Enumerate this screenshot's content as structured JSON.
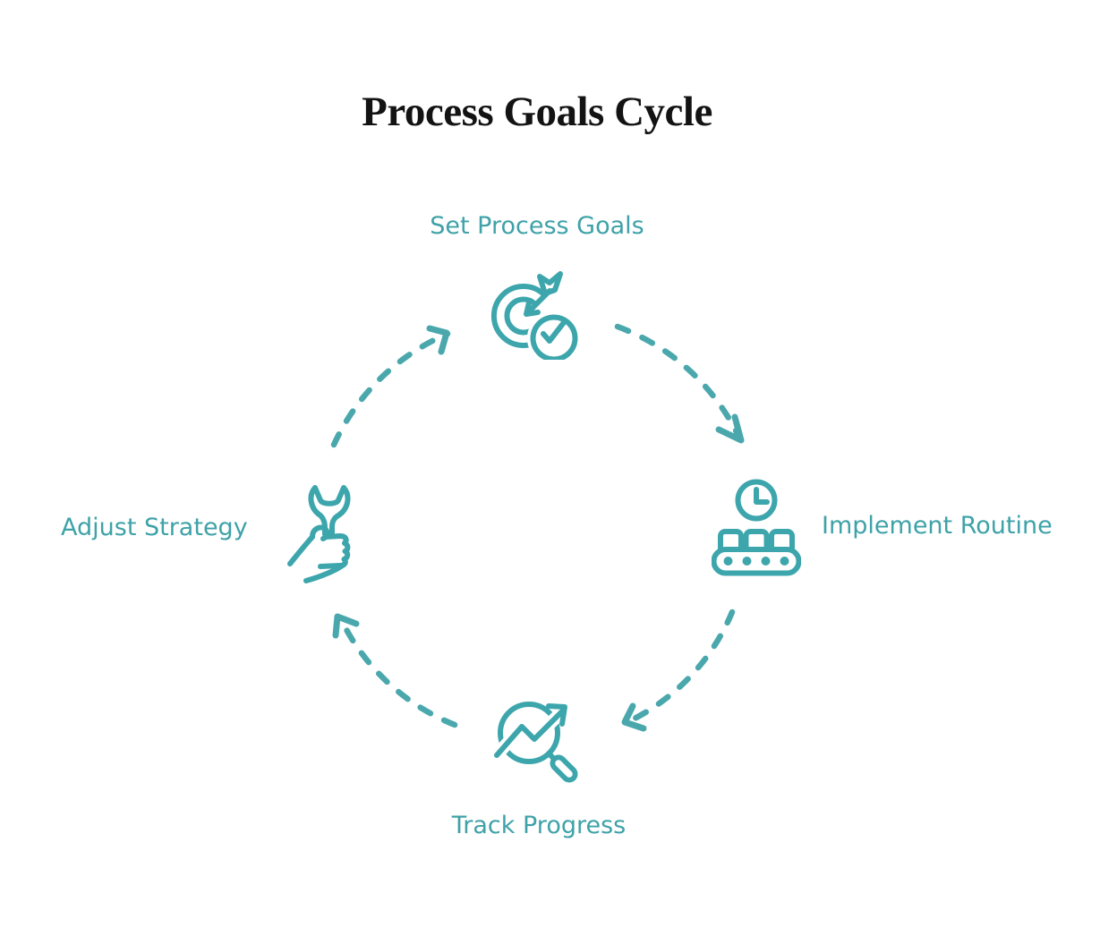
{
  "title": "Process Goals Cycle",
  "diagram": {
    "type": "cycle",
    "direction": "clockwise",
    "nodes": [
      {
        "label": "Set Process Goals",
        "icon": "target-arrow-check-icon",
        "position": "top"
      },
      {
        "label": "Implement Routine",
        "icon": "conveyor-clock-icon",
        "position": "right"
      },
      {
        "label": "Track Progress",
        "icon": "magnifier-trend-icon",
        "position": "bottom"
      },
      {
        "label": "Adjust Strategy",
        "icon": "hand-wrench-icon",
        "position": "left"
      }
    ],
    "edges": [
      {
        "from": "Set Process Goals",
        "to": "Implement Routine",
        "style": "dashed-arc-arrow"
      },
      {
        "from": "Implement Routine",
        "to": "Track Progress",
        "style": "dashed-arc-arrow"
      },
      {
        "from": "Track Progress",
        "to": "Adjust Strategy",
        "style": "dashed-arc-arrow"
      },
      {
        "from": "Adjust Strategy",
        "to": "Set Process Goals",
        "style": "dashed-arc-arrow"
      }
    ]
  },
  "colors": {
    "title_text": "#131313",
    "label_text": "#3EA2A8",
    "icon_stroke": "#3DA6AC",
    "arrow_stroke": "#4AA8AD",
    "background": "#FFFFFF"
  }
}
